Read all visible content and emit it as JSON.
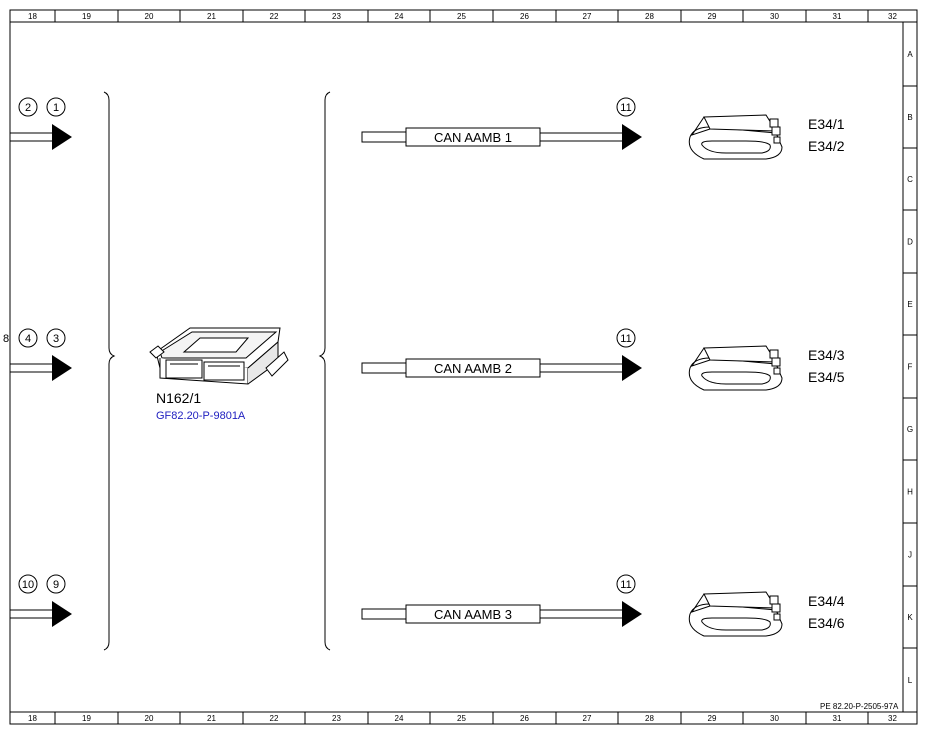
{
  "frame": {
    "columns": [
      "18",
      "19",
      "20",
      "21",
      "22",
      "23",
      "24",
      "25",
      "26",
      "27",
      "28",
      "29",
      "30",
      "31",
      "32"
    ],
    "rows": [
      "A",
      "B",
      "C",
      "D",
      "E",
      "F",
      "G",
      "H",
      "J",
      "K",
      "L"
    ]
  },
  "inputs": [
    {
      "markers": [
        "2",
        "1"
      ]
    },
    {
      "markers": [
        "4",
        "3"
      ],
      "partial_marker": "8"
    },
    {
      "markers": [
        "10",
        "9"
      ]
    }
  ],
  "control_unit": {
    "label": "N162/1",
    "reference": "GF82.20-P-9801A",
    "reference_color": "#2020c0"
  },
  "channels": [
    {
      "cable_label": "CAN AAMB 1",
      "marker": "11",
      "lamp_labels": [
        "E34/1",
        "E34/2"
      ]
    },
    {
      "cable_label": "CAN AAMB 2",
      "marker": "11",
      "lamp_labels": [
        "E34/3",
        "E34/5"
      ]
    },
    {
      "cable_label": "CAN AAMB 3",
      "marker": "11",
      "lamp_labels": [
        "E34/4",
        "E34/6"
      ]
    }
  ],
  "doc_code": "PE 82.20-P-2505-97A"
}
